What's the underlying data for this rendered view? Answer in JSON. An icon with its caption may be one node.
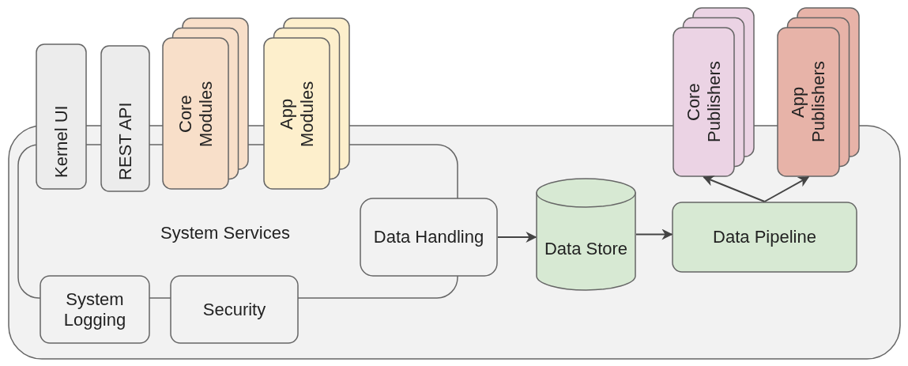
{
  "diagram": {
    "nodes": [
      {
        "text": [],
        "shape": "box"
      },
      {
        "text": [
          "System Services"
        ],
        "in": 0
      },
      {
        "text": [
          "Kernel UI"
        ]
      },
      {
        "text": [
          "REST API"
        ]
      },
      {
        "text": [
          "Core Modules"
        ]
      },
      {
        "text": [
          "App Modules"
        ]
      },
      {
        "text": [
          "Core Publishers"
        ]
      },
      {
        "text": [
          "App Publishers"
        ]
      },
      {
        "text": [
          "Data Handling"
        ],
        "in": 0
      },
      {
        "text": [
          "Data Store"
        ],
        "in": 0
      },
      {
        "text": [
          "Data Pipeline"
        ],
        "in": 0
      },
      {
        "text": [
          "System Logging"
        ],
        "in": 0
      },
      {
        "text": [
          "Security"
        ],
        "in": 0
      }
    ],
    "edges": [
      {
        "from": 8,
        "to": 9,
        "arrow": "to"
      },
      {
        "from": 9,
        "to": 10,
        "arrow": "to"
      },
      {
        "from": 10,
        "to": 6,
        "arrow": "to"
      },
      {
        "from": 10,
        "to": 7,
        "arrow": "to"
      }
    ]
  }
}
